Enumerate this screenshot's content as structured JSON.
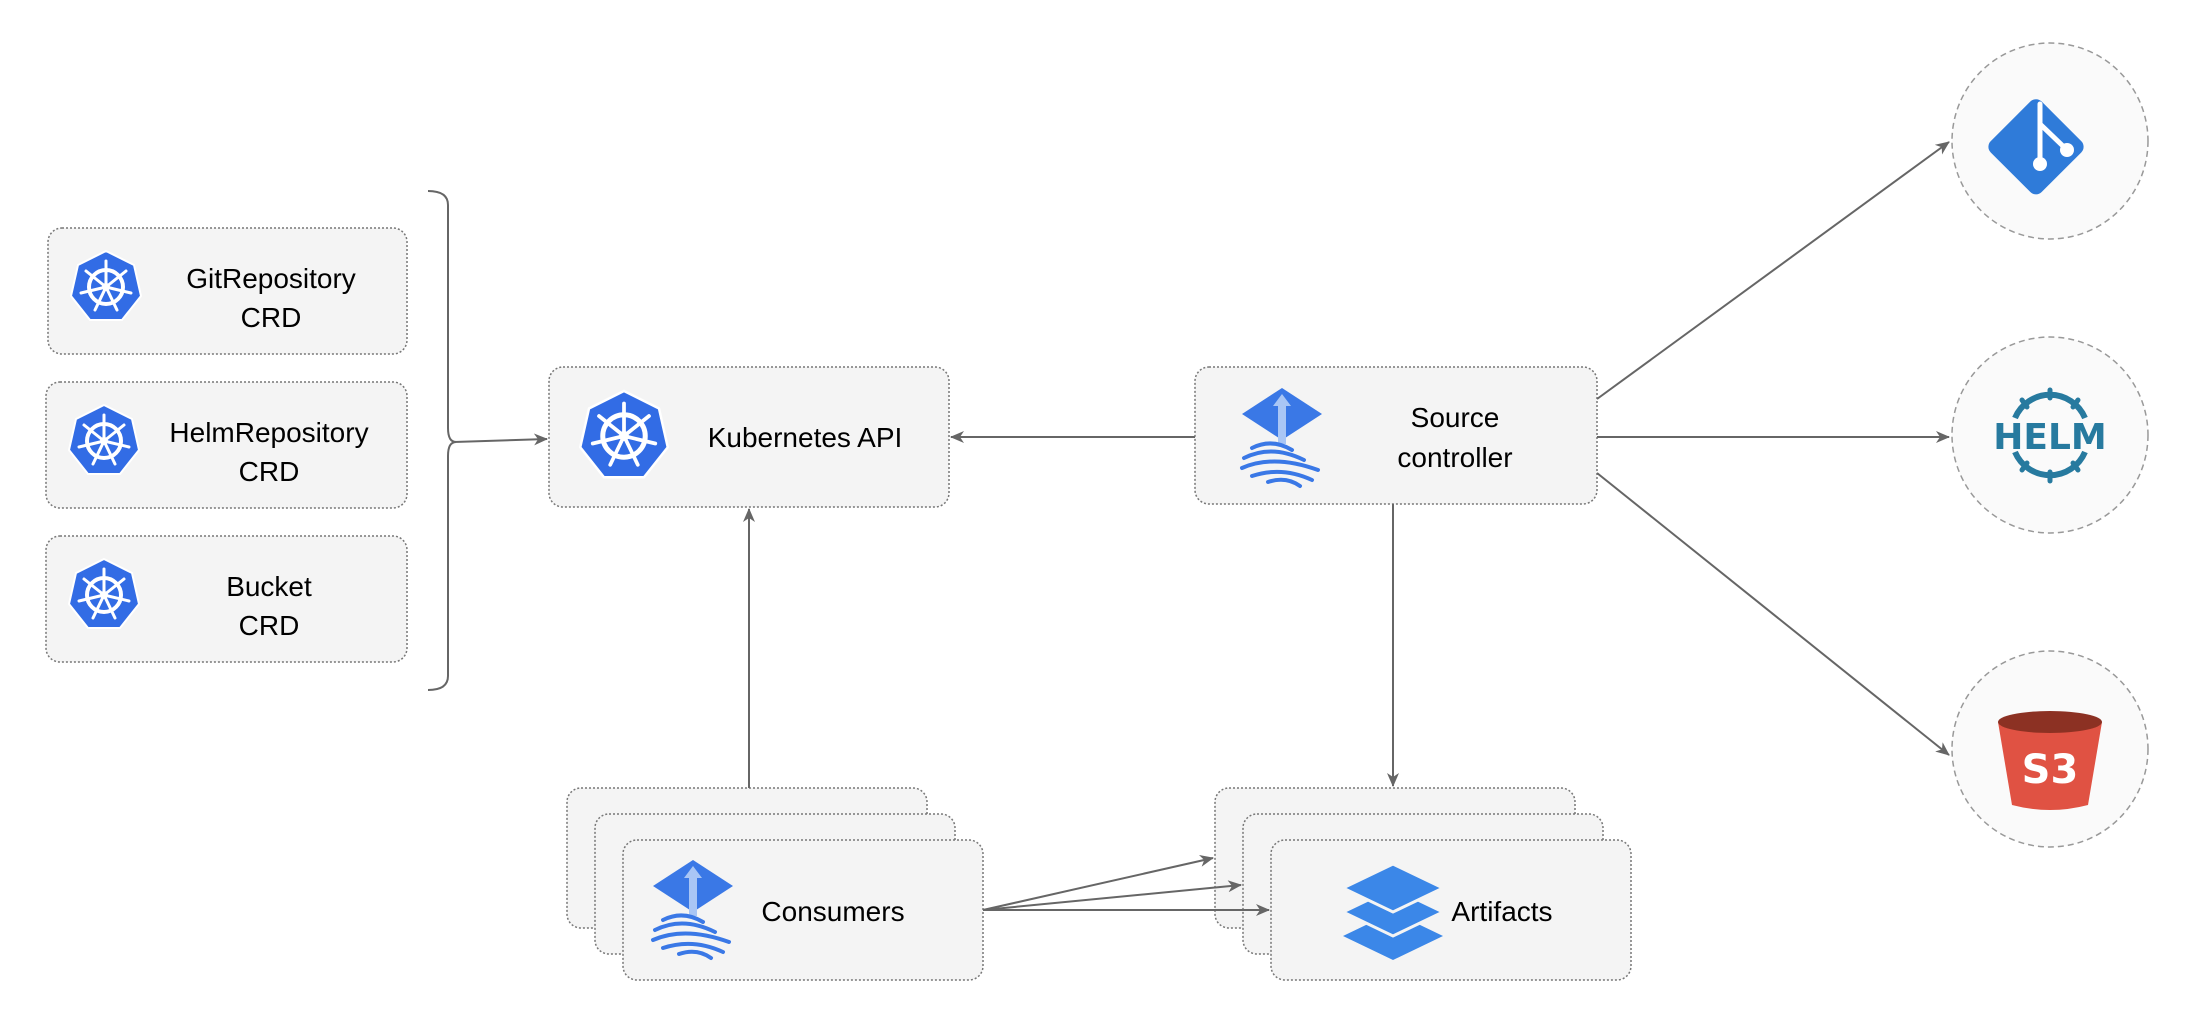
{
  "crds": [
    {
      "line1": "GitRepository",
      "line2": "CRD"
    },
    {
      "line1": "HelmRepository",
      "line2": "CRD"
    },
    {
      "line1": "Bucket",
      "line2": "CRD"
    }
  ],
  "kubernetes_api": {
    "label": "Kubernetes API",
    "icon": "kubernetes-icon"
  },
  "source_controller": {
    "line1": "Source",
    "line2": "controller",
    "icon": "flux-icon"
  },
  "consumers": {
    "label": "Consumers",
    "icon": "flux-icon"
  },
  "artifacts": {
    "label": "Artifacts",
    "icon": "layers-icon"
  },
  "sources": [
    {
      "name": "git",
      "icon": "git-icon"
    },
    {
      "name": "helm",
      "icon": "helm-icon",
      "logo_text": "HELM"
    },
    {
      "name": "s3",
      "icon": "s3-bucket-icon",
      "logo_text": "S3"
    }
  ],
  "colors": {
    "kubernetes": "#326ce5",
    "flux": "#3a78e6",
    "git": "#2f7bd9",
    "helm": "#277a9f",
    "s3": "#e05243",
    "s3_top": "#8c3123",
    "edge": "#666666"
  }
}
